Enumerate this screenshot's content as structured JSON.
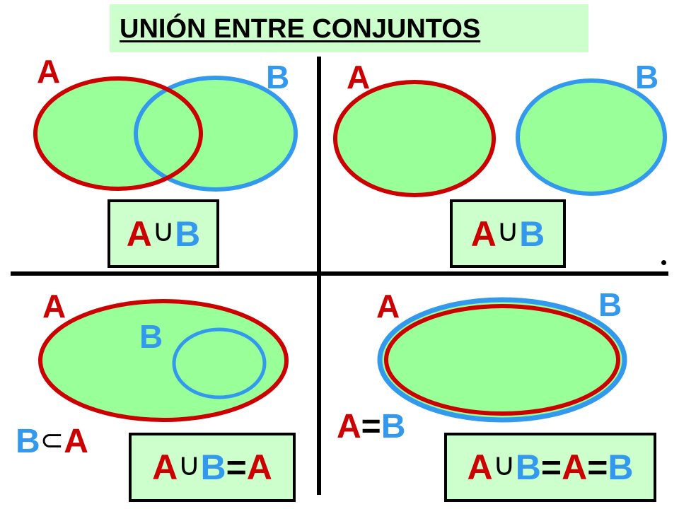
{
  "title": "UNIÓN ENTRE CONJUNTOS",
  "colors": {
    "fill": "#99ff99",
    "set_a": "#cc0000",
    "set_b": "#3399ee",
    "box_fill": "#ccffcc"
  },
  "panels": [
    {
      "label_a": "A",
      "label_b": "B",
      "box": {
        "a": "A",
        "op": "∪",
        "b": "B"
      }
    },
    {
      "label_a": "A",
      "label_b": "B",
      "box": {
        "a": "A",
        "op": "∪",
        "b": "B"
      }
    },
    {
      "label_a": "A",
      "label_b": "B",
      "relation": {
        "b": "B",
        "op": "⊂",
        "a": "A"
      },
      "box": {
        "a": "A",
        "op": "∪",
        "b": "B",
        "eq": "=",
        "result": "A"
      }
    },
    {
      "label_a": "A",
      "label_b": "B",
      "relation": {
        "a": "A",
        "eq": "=",
        "b": "B"
      },
      "box": {
        "a": "A",
        "op": "∪",
        "b": "B",
        "eq1": "=",
        "a2": "A",
        "eq2": "=",
        "b2": "B"
      }
    }
  ]
}
